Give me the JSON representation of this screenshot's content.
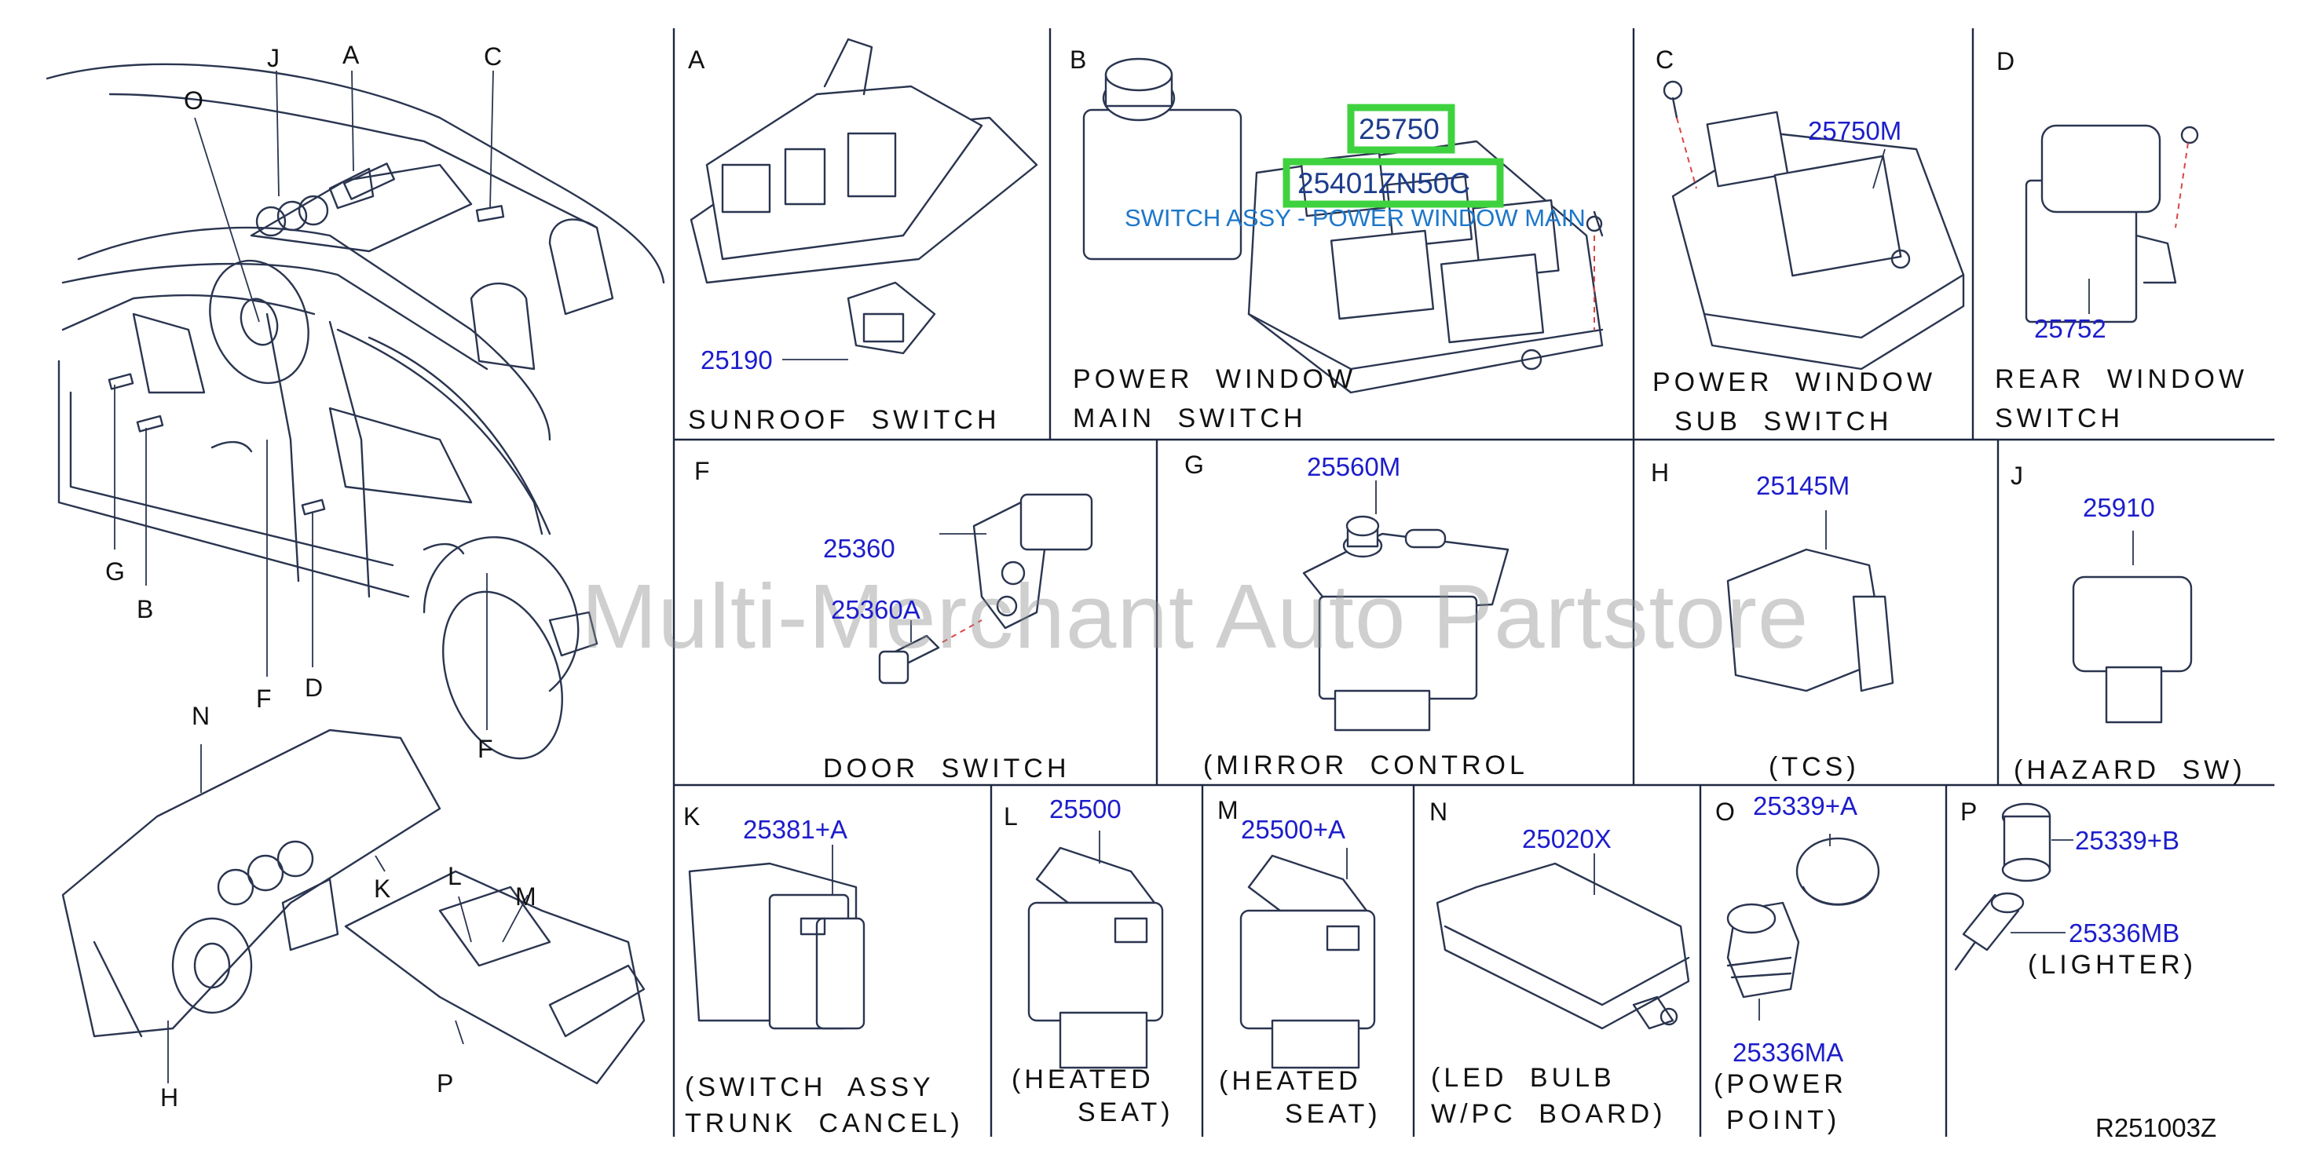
{
  "watermark": "Multi-Merchant Auto Partstore",
  "diagram_code": "R251003Z",
  "vehicle_letters": [
    "J",
    "A",
    "C",
    "O",
    "G",
    "B",
    "F",
    "D",
    "F",
    "N",
    "K",
    "L",
    "M",
    "H",
    "P"
  ],
  "sections": {
    "A": {
      "letter": "A",
      "parts": [
        "25190"
      ],
      "caption": [
        "SUNROOF SWITCH"
      ]
    },
    "B": {
      "letter": "B",
      "parts": [
        "25750",
        "25401ZN50C"
      ],
      "part_desc": "SWITCH ASSY - POWER WINDOW MAIN",
      "caption": [
        "POWER WINDOW",
        "MAIN SWITCH"
      ]
    },
    "C": {
      "letter": "C",
      "parts": [
        "25750M"
      ],
      "caption": [
        "POWER WINDOW",
        "SUB SWITCH"
      ]
    },
    "D": {
      "letter": "D",
      "parts": [
        "25752"
      ],
      "caption": [
        "REAR WINDOW",
        "SWITCH"
      ]
    },
    "F": {
      "letter": "F",
      "parts": [
        "25360",
        "25360A"
      ],
      "caption": [
        "DOOR SWITCH"
      ]
    },
    "G": {
      "letter": "G",
      "parts": [
        "25560M"
      ],
      "caption": [
        "(MIRROR CONTROL"
      ]
    },
    "H": {
      "letter": "H",
      "parts": [
        "25145M"
      ],
      "caption": [
        "(TCS)"
      ]
    },
    "J": {
      "letter": "J",
      "parts": [
        "25910"
      ],
      "caption": [
        "(HAZARD SW)"
      ]
    },
    "K": {
      "letter": "K",
      "parts": [
        "25381+A"
      ],
      "caption": [
        "(SWITCH ASSY",
        "TRUNK CANCEL)"
      ]
    },
    "L": {
      "letter": "L",
      "parts": [
        "25500"
      ],
      "caption": [
        "(HEATED",
        "SEAT)"
      ]
    },
    "M": {
      "letter": "M",
      "parts": [
        "25500+A"
      ],
      "caption": [
        "(HEATED",
        "SEAT)"
      ]
    },
    "N": {
      "letter": "N",
      "parts": [
        "25020X"
      ],
      "caption": [
        "(LED BULB",
        "W/PC BOARD)"
      ]
    },
    "O": {
      "letter": "O",
      "parts": [
        "25339+A",
        "25336MA"
      ],
      "caption": [
        "(POWER",
        "POINT)"
      ]
    },
    "P": {
      "letter": "P",
      "parts": [
        "25339+B",
        "25336MB"
      ],
      "caption": [
        "(LIGHTER)"
      ]
    }
  }
}
